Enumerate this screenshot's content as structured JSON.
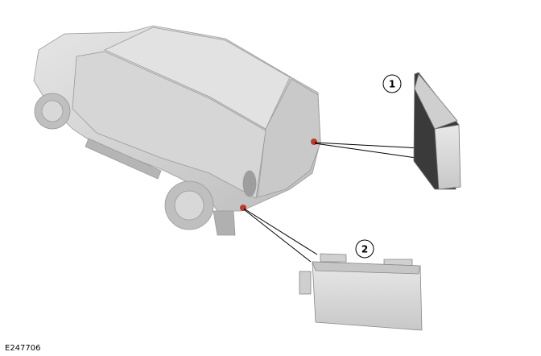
{
  "figure": {
    "id_label": "E247706",
    "callouts": [
      {
        "number": "1",
        "part": "module-rear-upper"
      },
      {
        "number": "2",
        "part": "module-rear-lower"
      }
    ],
    "colors": {
      "vehicle": "#d4d4d4",
      "module": "#d9d9d9",
      "location_marker": "#c0392b",
      "leader_line": "#000000"
    }
  }
}
